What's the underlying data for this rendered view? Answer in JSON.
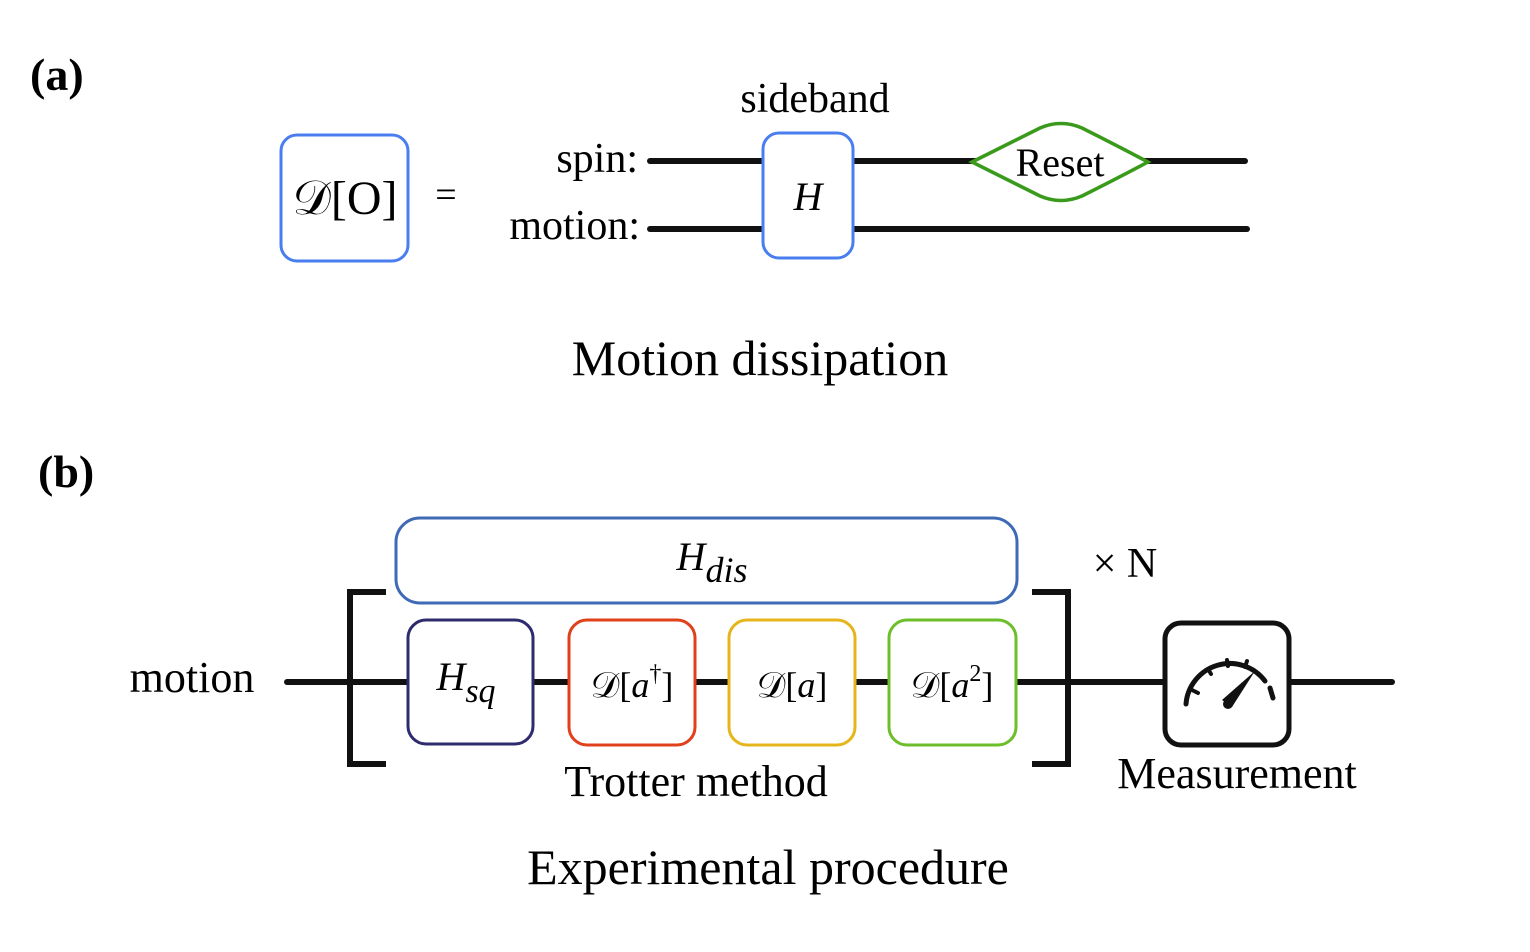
{
  "panel_a": {
    "label": "(a)",
    "lhs_operator": "𝒟[O]",
    "equals": "=",
    "gate_top_label": "sideband",
    "wire_spin_label": "spin:",
    "wire_motion_label": "motion:",
    "gate_h": "H",
    "gate_reset": "Reset",
    "caption": "Motion dissipation"
  },
  "panel_b": {
    "label": "(b)",
    "wire_label": "motion",
    "hdis_main": "H",
    "hdis_sub": "dis",
    "repeat_label": "× N",
    "hsq_main": "H",
    "hsq_sub": "sq",
    "d_adag_prefix": "𝒟[",
    "d_adag_var": "a",
    "d_adag_sup": "†",
    "d_adag_suffix": "]",
    "d_a_prefix": "𝒟[",
    "d_a_var": "a",
    "d_a_suffix": "]",
    "d_a2_prefix": "𝒟[",
    "d_a2_var": "a",
    "d_a2_sup": "2",
    "d_a2_suffix": "]",
    "trotter_label": "Trotter method",
    "measurement_label": "Measurement",
    "caption": "Experimental procedure"
  },
  "colors": {
    "lhs_box": "#4a7ef0",
    "h_gate": "#4a7ef0",
    "reset_gate": "#3a9a1c",
    "hdis_box": "#3f6ab5",
    "hsq_box": "#2e2b6e",
    "d_adag_box": "#e0401a",
    "d_a_box": "#e6b51c",
    "d_a2_box": "#6cbf2a",
    "wire": "#111111"
  }
}
